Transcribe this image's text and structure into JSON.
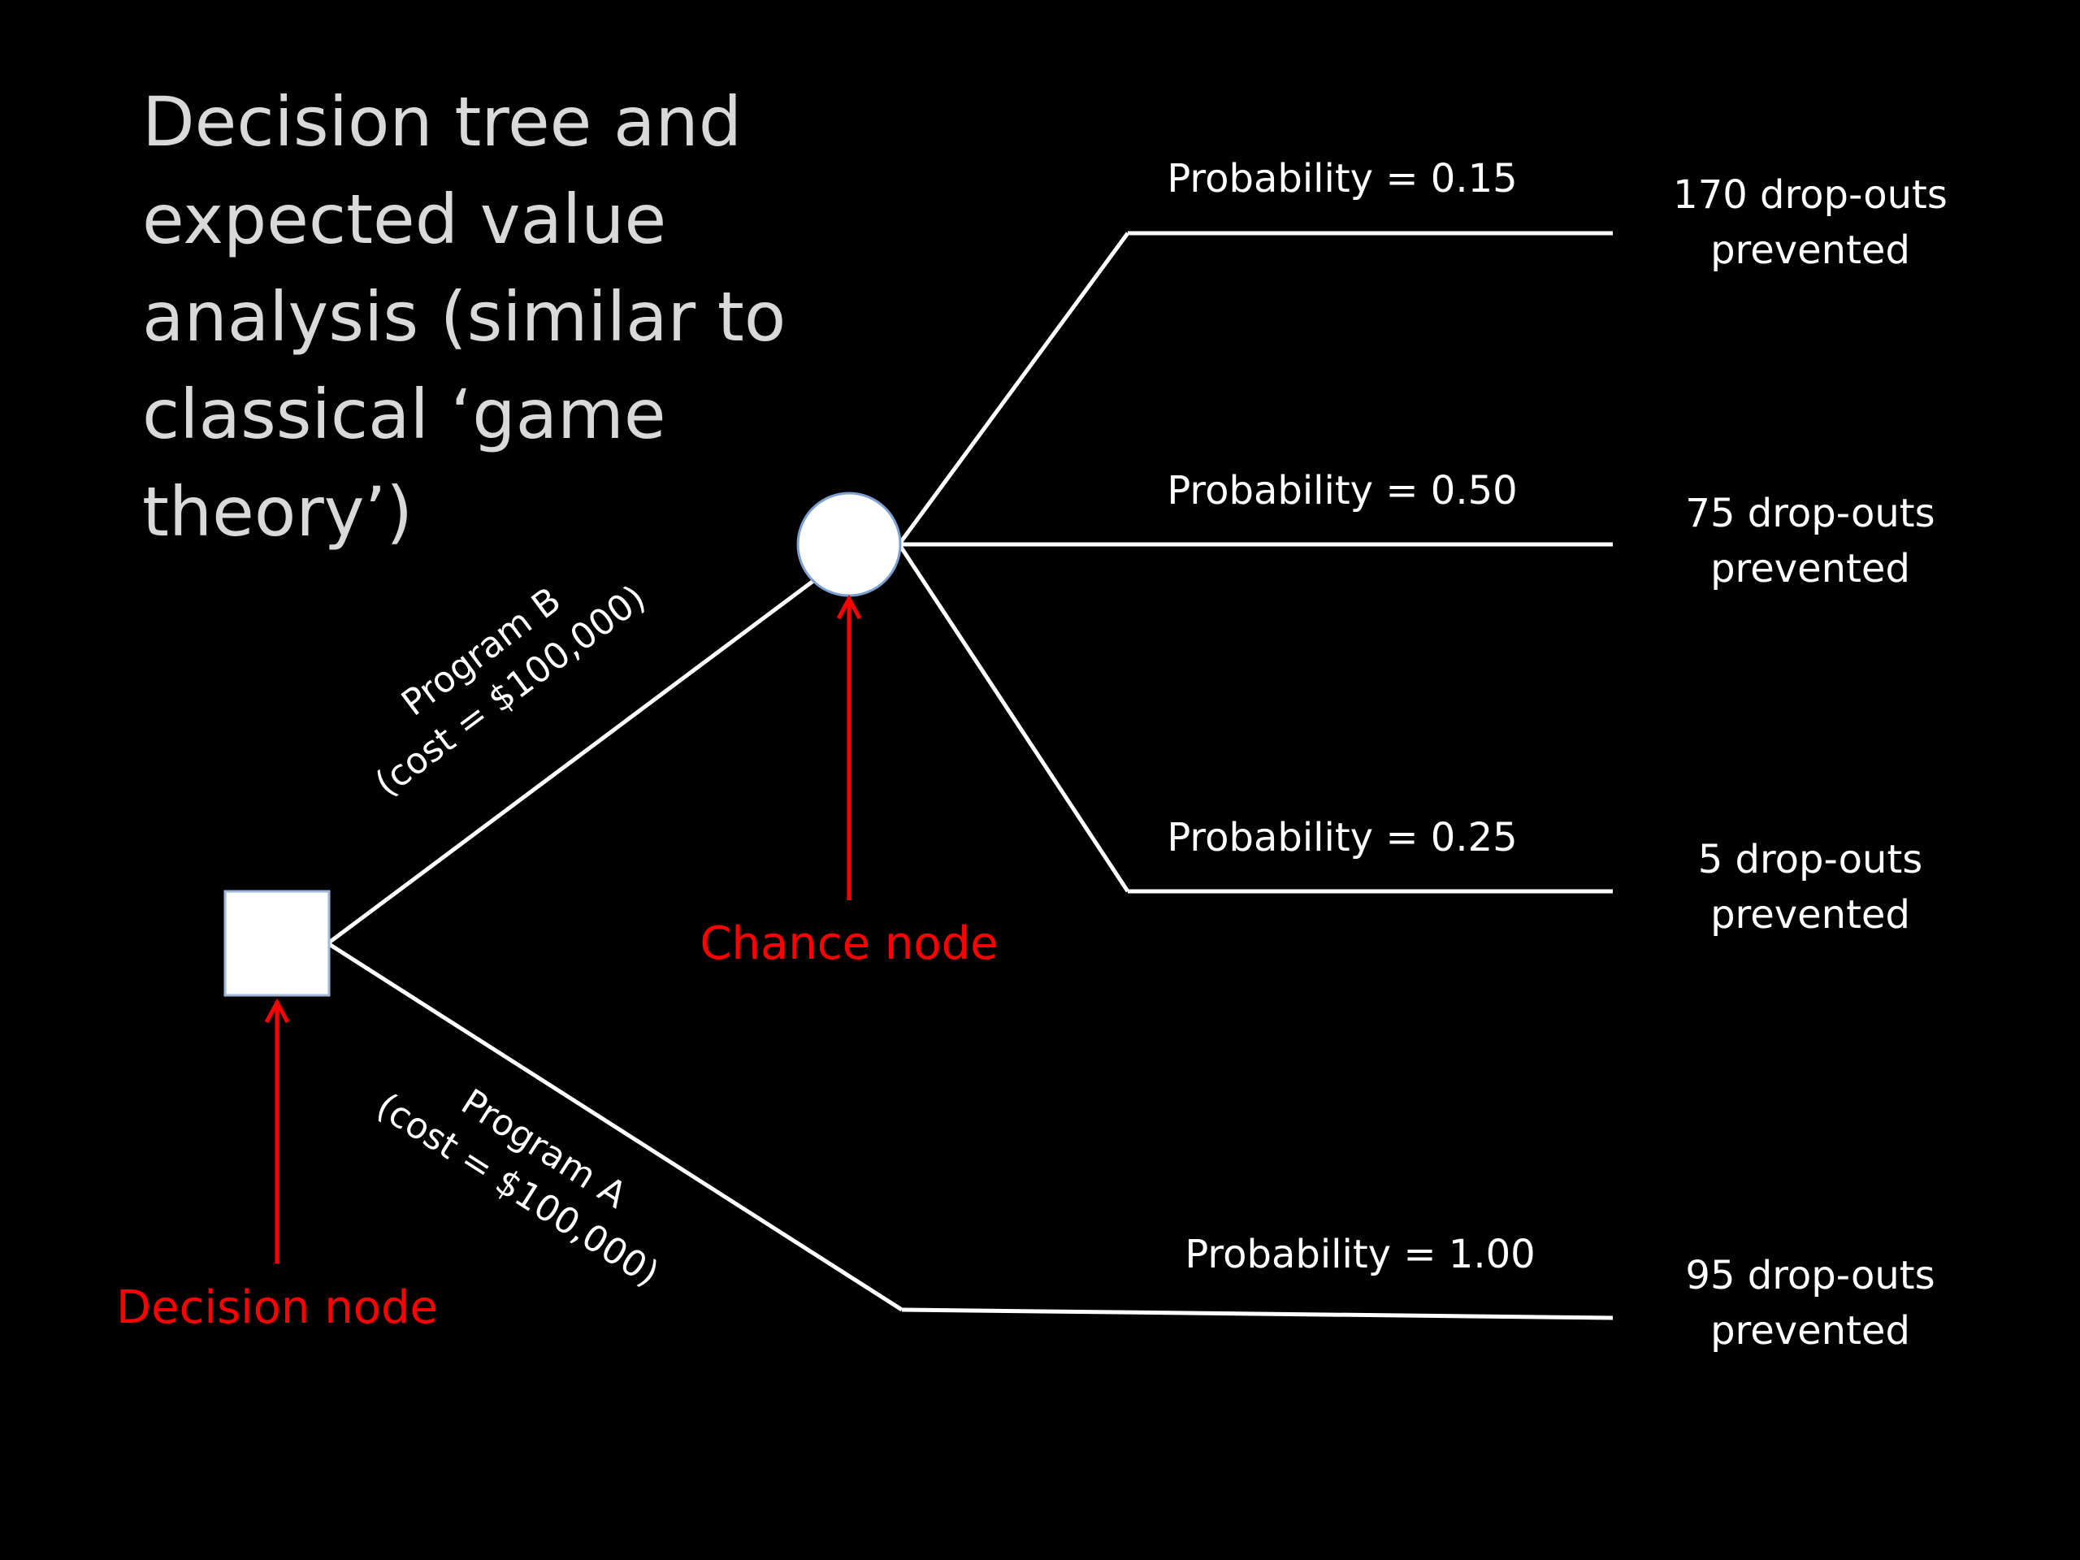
{
  "title_lines": [
    "Decision tree and",
    "expected value",
    "analysis (similar to",
    "classical ‘game",
    "theory’)"
  ],
  "colors": {
    "background": "#000000",
    "title": "#d9d9d9",
    "lines": "#ffffff",
    "annotation": "#ff0000"
  },
  "nodes": {
    "decision": "Decision node",
    "chance": "Chance node"
  },
  "branches": {
    "program_b": {
      "line1": "Program B",
      "line2": "(cost = $100,000)"
    },
    "program_a": {
      "line1": "Program A",
      "line2": "(cost = $100,000)"
    }
  },
  "outcomes": [
    {
      "probability": "Probability = 0.15",
      "result_line1": "170 drop-outs",
      "result_line2": "prevented"
    },
    {
      "probability": "Probability = 0.50",
      "result_line1": "75 drop-outs",
      "result_line2": "prevented"
    },
    {
      "probability": "Probability = 0.25",
      "result_line1": "5 drop-outs",
      "result_line2": "prevented"
    },
    {
      "probability": "Probability = 1.00",
      "result_line1": "95 drop-outs",
      "result_line2": "prevented"
    }
  ]
}
